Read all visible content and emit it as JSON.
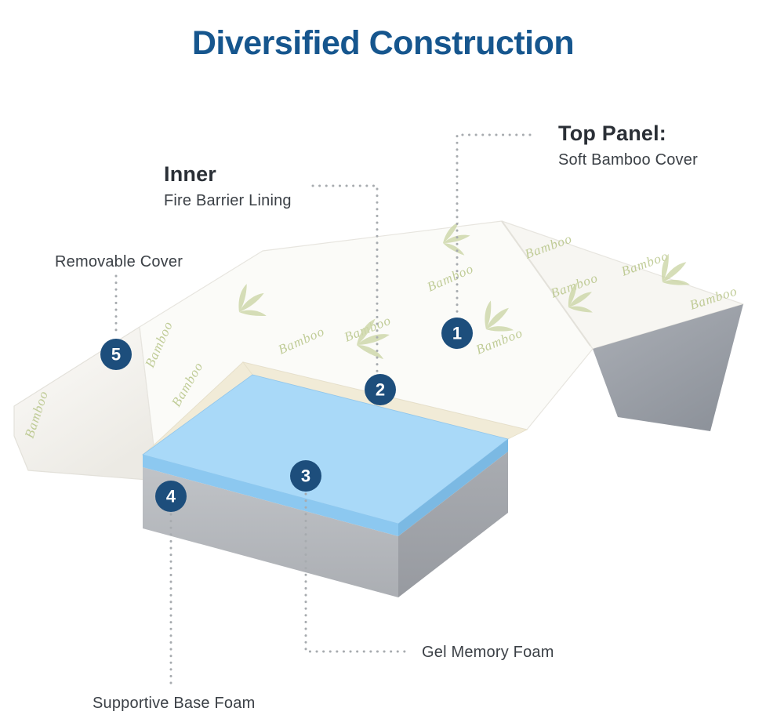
{
  "title": "Diversified Construction",
  "callouts": {
    "top_panel": {
      "number": "1",
      "heading": "Top Panel:",
      "subheading": "Soft Bamboo Cover"
    },
    "inner": {
      "number": "2",
      "heading": "Inner",
      "subheading": "Fire Barrier Lining"
    },
    "gel_memory_foam": {
      "number": "3",
      "label": "Gel Memory Foam"
    },
    "supportive_base_foam": {
      "number": "4",
      "label": "Supportive Base Foam"
    },
    "removable_cover": {
      "number": "5",
      "label": "Removable Cover"
    }
  },
  "illustration": {
    "pattern_word": "Bamboo"
  },
  "colors": {
    "title_blue": "#16568e",
    "marker_navy": "#1d4e7c",
    "heading_dark": "#2a2f36",
    "label_gray": "#3b4046",
    "gel_foam_blue": "#a9d9f8",
    "base_foam_gray": "#b0b3b8",
    "fire_barrier_cream": "#f1ebd7",
    "cover_white": "#fbfbf8",
    "folded_side_gray": "#9aa0a8",
    "bamboo_green": "#b9c78c",
    "leader_dot_gray": "#a7abaf"
  }
}
